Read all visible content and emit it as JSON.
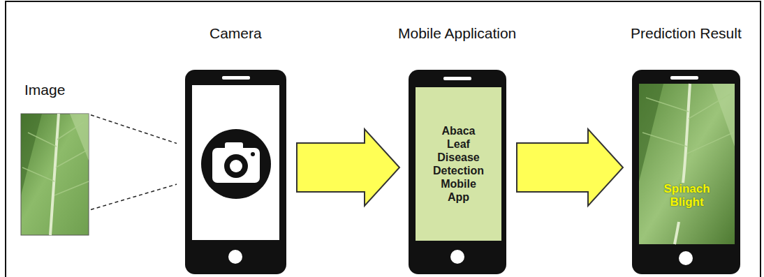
{
  "diagram": {
    "nodes": [
      {
        "text": [
          "Image"
        ]
      },
      {
        "text": [
          "Camera"
        ]
      },
      {
        "text": [
          "Mobile Application",
          "Abaca Leaf Disease Detection Mobile App"
        ]
      },
      {
        "text": [
          "Prediction Result",
          "Spinach Blight"
        ]
      }
    ],
    "edges": [
      {
        "from": 0,
        "to": 1,
        "arrow": "none"
      },
      {
        "from": 0,
        "to": 1,
        "arrow": "none"
      },
      {
        "from": 1,
        "to": 2,
        "arrow": "to"
      },
      {
        "from": 2,
        "to": 3,
        "arrow": "to"
      }
    ]
  }
}
